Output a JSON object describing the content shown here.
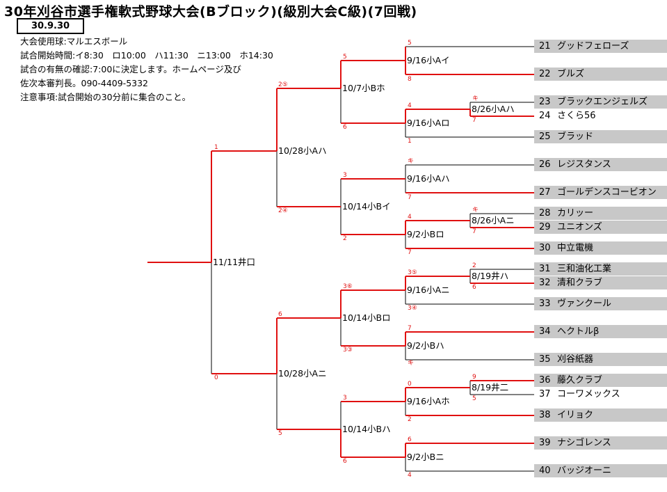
{
  "title": "30年刈谷市選手権軟式野球大会(Bブロック)(級別大会C級)(7回戦)",
  "date": "30.9.30",
  "info": [
    "大会使用球:マルエスボール",
    "試合開始時間:イ8:30　ロ10:00　ハ11:30　ニ13:00　ホ14:30",
    "試合の有無の確認:7:00に決定します。ホームページ及び",
    "佐次本審判長。090-4409-5332",
    "注意事項:試合開始の30分前に集合のこと。"
  ],
  "teams": [
    {
      "num": "21",
      "name": "グッドフェローズ"
    },
    {
      "num": "22",
      "name": "ブルズ"
    },
    {
      "num": "23",
      "name": "ブラックエンジェルズ"
    },
    {
      "num": "24",
      "name": "さくら56"
    },
    {
      "num": "25",
      "name": "ブラッド"
    },
    {
      "num": "26",
      "name": "レジスタンス"
    },
    {
      "num": "27",
      "name": "ゴールデンスコービオン"
    },
    {
      "num": "28",
      "name": "カリッー"
    },
    {
      "num": "29",
      "name": "ユニオンズ"
    },
    {
      "num": "30",
      "name": "中立電機"
    },
    {
      "num": "31",
      "name": "三和油化工業"
    },
    {
      "num": "32",
      "name": "清和クラブ"
    },
    {
      "num": "33",
      "name": "ヴァンクール"
    },
    {
      "num": "34",
      "name": "ヘクトルβ"
    },
    {
      "num": "35",
      "name": "刈谷紙器"
    },
    {
      "num": "36",
      "name": "藤久クラブ"
    },
    {
      "num": "37",
      "name": "コーワメックス"
    },
    {
      "num": "38",
      "name": "イリョク"
    },
    {
      "num": "39",
      "name": "ナシゴレンス"
    },
    {
      "num": "40",
      "name": "バッジオーニ"
    }
  ],
  "matches": {
    "r1_2324": "8/26小Aハ",
    "r1_2829": "8/26小Aニ",
    "r1_3132": "8/19井ハ",
    "r1_3637": "8/19井二",
    "r2_a": "9/16小Aイ",
    "r2_b": "9/16小Aロ",
    "r2_c": "9/16小Aハ",
    "r2_d": "9/2小Bロ",
    "r2_e": "9/16小Aニ",
    "r2_f": "9/2小Bハ",
    "r2_g": "9/16小Aホ",
    "r2_h": "9/2小Bニ",
    "r3_a": "10/7小Bホ",
    "r3_b": "10/14小Bイ",
    "r3_c": "10/14小Bロ",
    "r3_d": "10/14小Bハ",
    "r4_a": "10/28小Aハ",
    "r4_b": "10/28小Aニ",
    "final": "11/11井口"
  },
  "scores": {
    "s21": "5",
    "s22": "8",
    "s23": "キ",
    "s24": "7",
    "s2325": "4",
    "s25": "1",
    "s26": "キ",
    "s27": "7",
    "s28": "キ",
    "s29": "7",
    "s2829": "4",
    "s30": "7",
    "s31": "2",
    "s32": "6",
    "s3132": "3⑤",
    "s33": "3④",
    "s34": "7",
    "s35": "キ",
    "s36": "9",
    "s37": "5",
    "s3637": "0",
    "s38": "2",
    "s39": "6",
    "s40": "4",
    "r3a_top": "5",
    "r3a_bot": "6",
    "r3b_top": "3",
    "r3b_bot": "2",
    "r3c_top": "3⑥",
    "r3c_bot": "3③",
    "r3d_top": "3",
    "r3d_bot": "6",
    "r4a_top": "2⑤",
    "r4a_bot": "2④",
    "r4b_top": "6",
    "r4b_bot": "5",
    "f_top": "1",
    "f_bot": "0"
  },
  "colors": {
    "win_line": "#e01010",
    "line": "#000000",
    "team_bg": "#c8c8c8"
  }
}
